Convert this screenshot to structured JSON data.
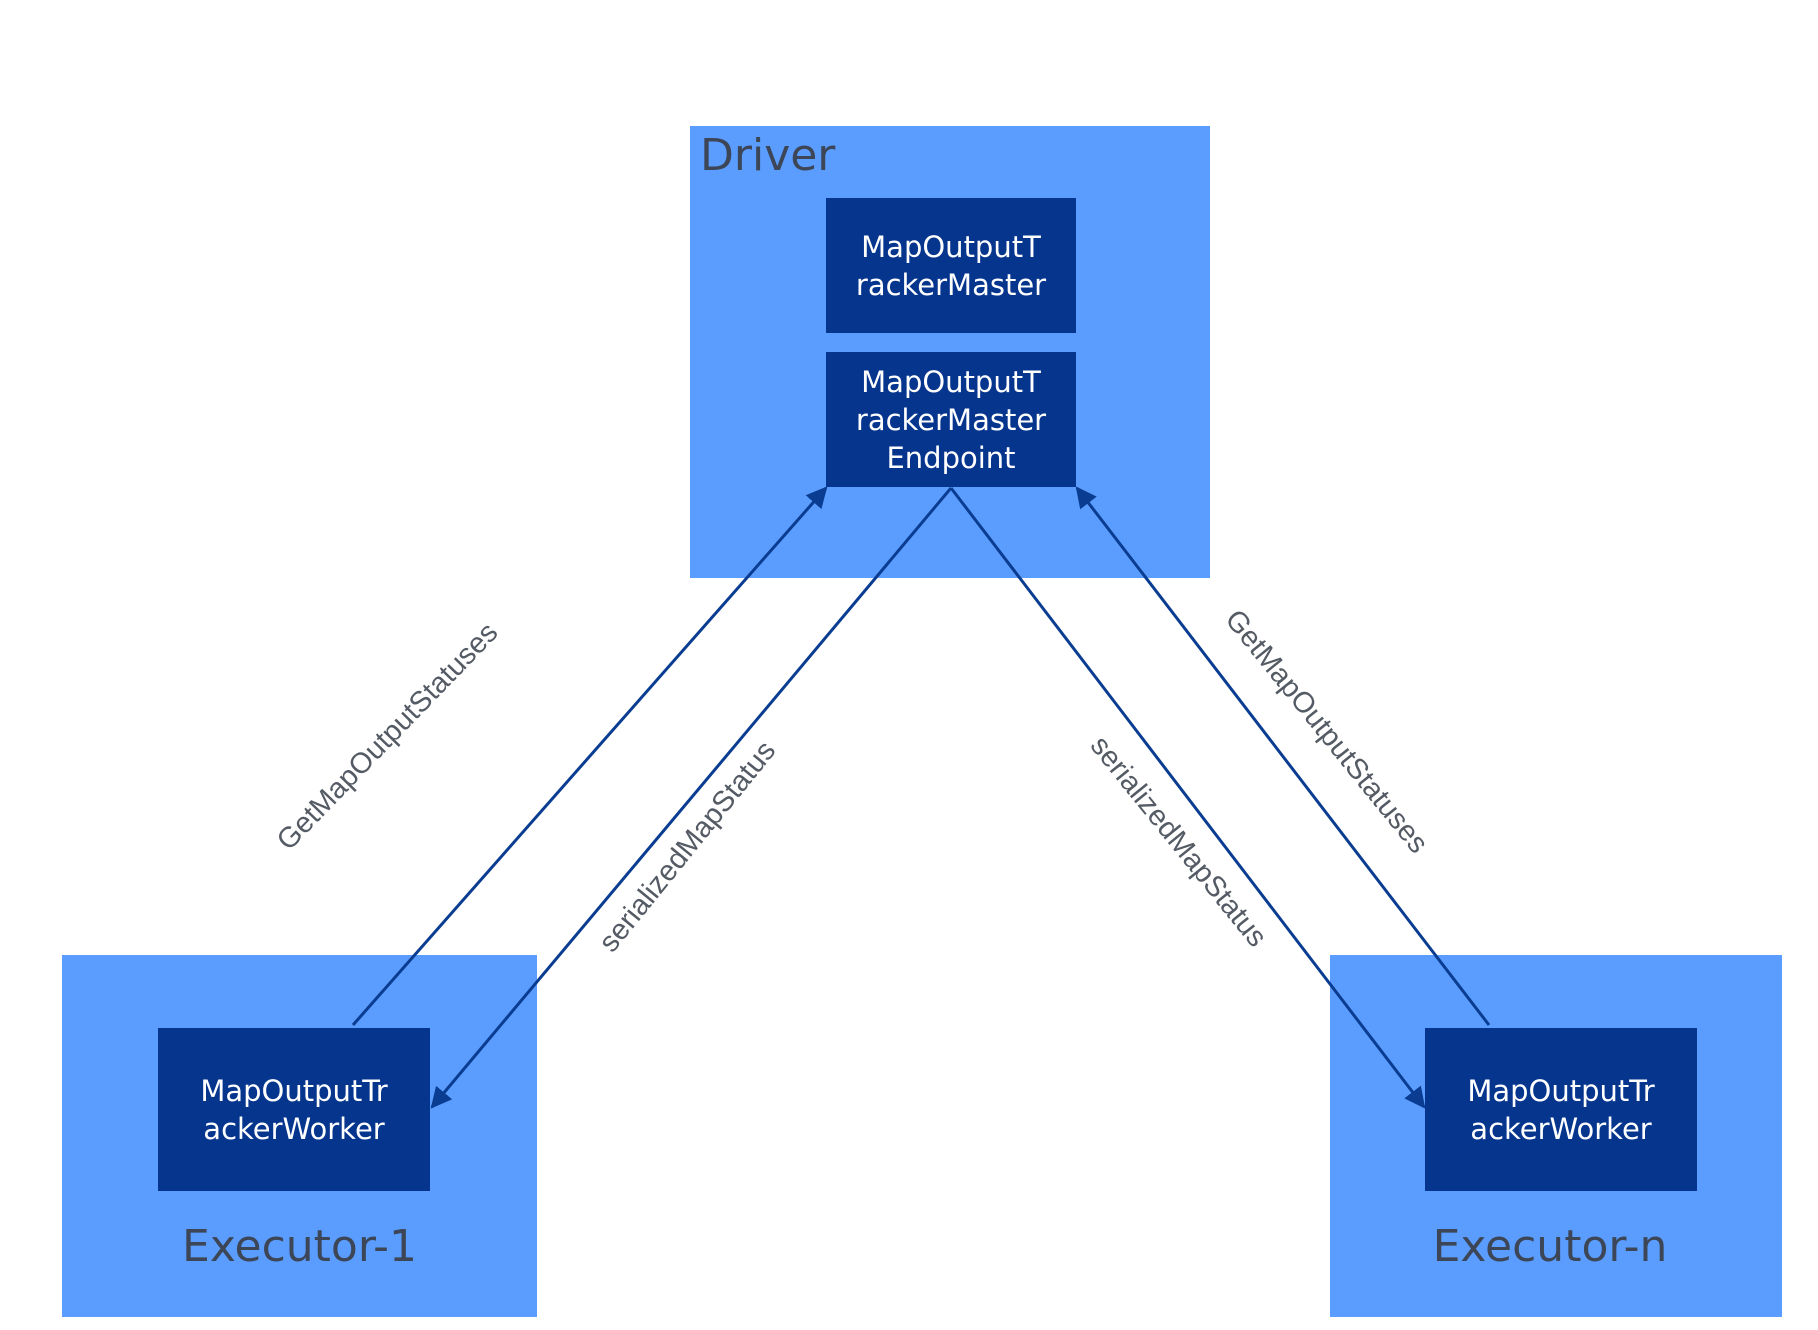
{
  "driver": {
    "label": "Driver",
    "tracker_master_lines": [
      "MapOutputT",
      "rackerMaster"
    ],
    "endpoint_lines": [
      "MapOutputT",
      "rackerMaster",
      "Endpoint"
    ]
  },
  "executor_1": {
    "label": "Executor-1",
    "worker_lines": [
      "MapOutputTr",
      "ackerWorker"
    ]
  },
  "executor_n": {
    "label": "Executor-n",
    "worker_lines": [
      "MapOutputTr",
      "ackerWorker"
    ]
  },
  "edges": {
    "left_request_label": "GetMapOutputStatuses",
    "left_response_label": "serializedMapStatus",
    "right_response_label": "serializedMapStatus",
    "right_request_label": "GetMapOutputStatuses"
  },
  "colors": {
    "container_fill": "#5b9dff",
    "node_fill": "#06358e",
    "edge_stroke": "#0a3d91",
    "label_text": "#3c4656"
  }
}
